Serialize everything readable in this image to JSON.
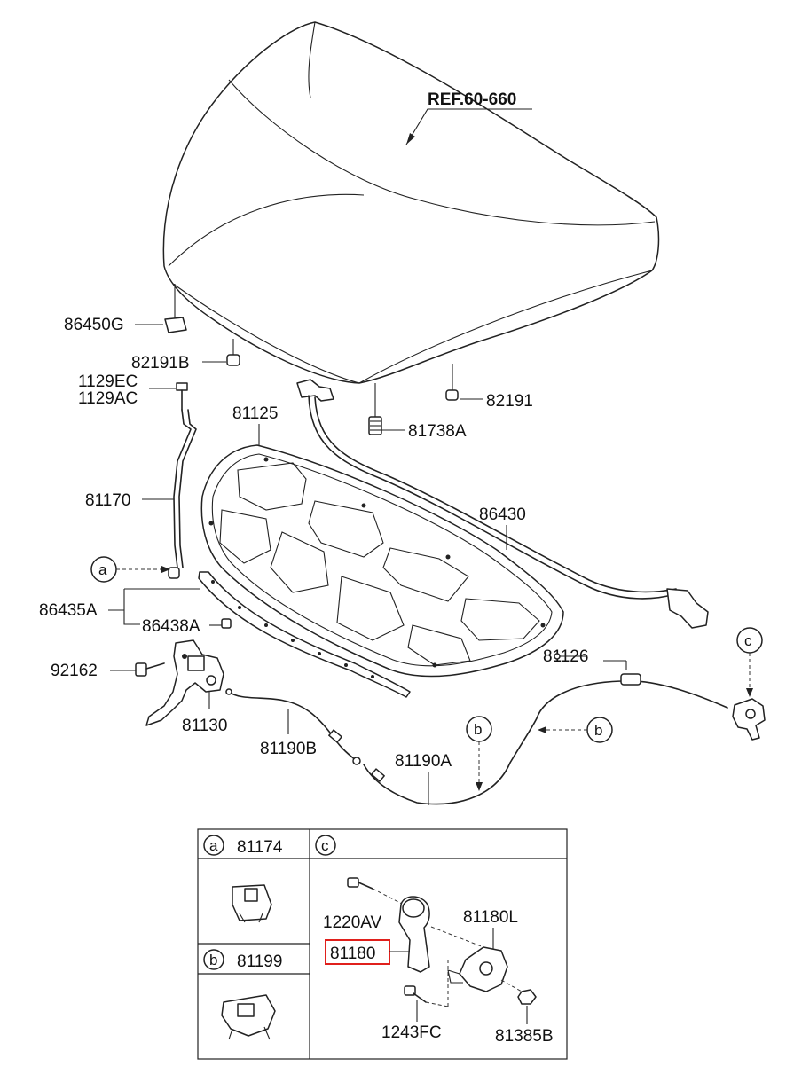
{
  "labels": {
    "ref": "REF.60-660",
    "p86450G": "86450G",
    "p82191B": "82191B",
    "p1129EC": "1129EC",
    "p1129AC": "1129AC",
    "p81125": "81125",
    "p81738A": "81738A",
    "p82191": "82191",
    "p81170": "81170",
    "p86430": "86430",
    "p86435A": "86435A",
    "p86438A": "86438A",
    "p92162": "92162",
    "p81126": "81126",
    "p81130": "81130",
    "p81190B": "81190B",
    "p81190A": "81190A"
  },
  "callouts": {
    "a": "a",
    "b": "b",
    "c": "c"
  },
  "detail_table": {
    "cell_a": {
      "key": "a",
      "part": "81174"
    },
    "cell_b": {
      "key": "b",
      "part": "81199"
    },
    "cell_c": {
      "key": "c",
      "parts": {
        "p1220AV": "1220AV",
        "p81180": "81180",
        "p81180L": "81180L",
        "p1243FC": "1243FC",
        "p81385B": "81385B"
      }
    }
  },
  "highlight_color": "#e0201c"
}
